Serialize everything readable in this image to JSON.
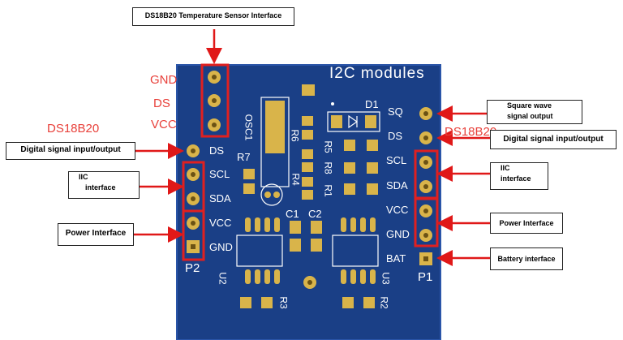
{
  "callouts": {
    "ds18b20_interface": "DS18B20 Temperature Sensor Interface",
    "left_digital": "Digital signal input/output",
    "left_iic_line1": "IIC",
    "left_iic_line2": "interface",
    "left_power": "Power Interface",
    "right_square_line1": "Square wave",
    "right_square_line2": "signal output",
    "right_digital": "Digital signal input/output",
    "right_iic_line1": "IIC",
    "right_iic_line2": "interface",
    "right_power": "Power Interface",
    "right_battery": "Battery interface"
  },
  "red_labels": {
    "gnd": "GND",
    "ds": "DS",
    "vcc": "VCC",
    "left_ds18b20": "DS18B20",
    "right_ds18b20": "DS18B20"
  },
  "board": {
    "title": "I2C modules",
    "left_pins": [
      "DS",
      "SCL",
      "SDA",
      "VCC",
      "GND"
    ],
    "left_header": "P2",
    "right_pins": [
      "SQ",
      "DS",
      "SCL",
      "SDA",
      "VCC",
      "GND",
      "BAT"
    ],
    "right_header": "P1",
    "components": {
      "d1": "D1",
      "osc": "OSC1",
      "r6": "R6",
      "r7": "R7",
      "r5": "R5",
      "r8": "R8",
      "r4": "R4",
      "r1": "R1",
      "c1": "C1",
      "c2": "C2",
      "u2": "U2",
      "u3": "U3",
      "r3": "R3",
      "r2": "R2"
    }
  },
  "colors": {
    "board": "#1a3f86",
    "pad": "#d9b44a",
    "highlight": "#e02020",
    "arrow": "#e01818",
    "label_red": "#e8403a"
  }
}
